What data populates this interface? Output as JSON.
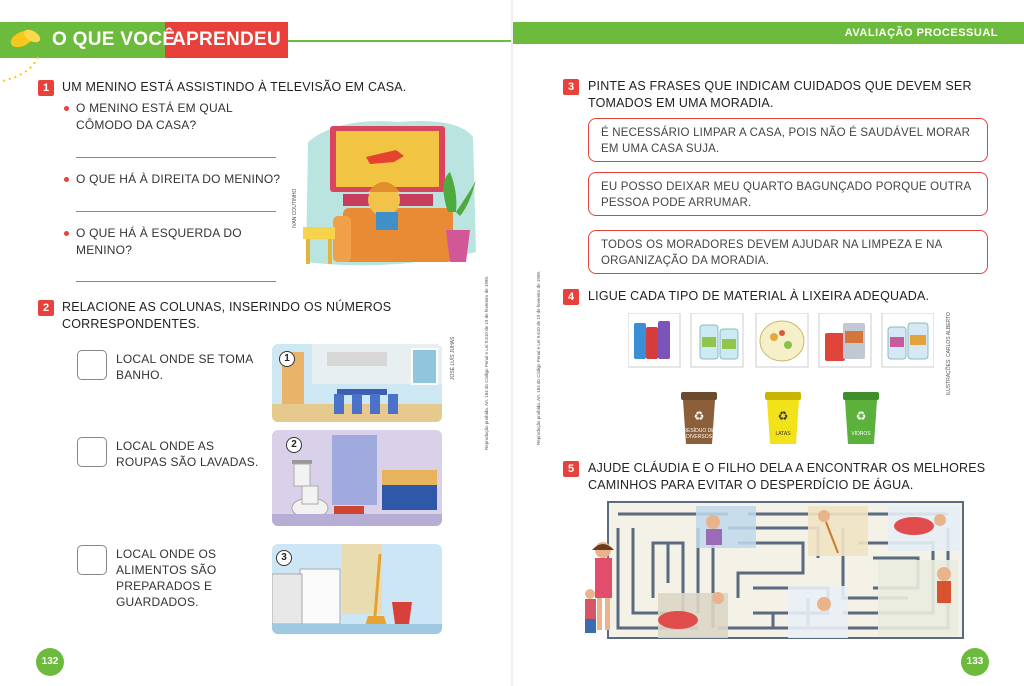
{
  "header": {
    "left_title_part1": "O QUE VOCÊ",
    "left_title_part2": "APRENDEU",
    "right_title": "AVALIAÇÃO PROCESSUAL"
  },
  "colors": {
    "green": "#6cbb3c",
    "red": "#e8403a"
  },
  "q1": {
    "number": "1",
    "text": "UM MENINO ESTÁ ASSISTINDO À TELEVISÃO EM CASA.",
    "sub1_line1": "O MENINO ESTÁ EM QUAL",
    "sub1_line2": "CÔMODO DA CASA?",
    "sub2": "O QUE HÁ À DIREITA DO MENINO?",
    "sub3_line1": "O QUE HÁ À ESQUERDA DO",
    "sub3_line2": "MENINO?",
    "credit": "IVAN COUTINHO"
  },
  "q2": {
    "number": "2",
    "text_line1": "RELACIONE AS COLUNAS, INSERINDO OS NÚMEROS",
    "text_line2": "CORRESPONDENTES.",
    "item1_line1": "LOCAL ONDE SE TOMA",
    "item1_line2": "BANHO.",
    "item2_line1": "LOCAL ONDE AS",
    "item2_line2": "ROUPAS SÃO LAVADAS.",
    "item3_line1": "LOCAL ONDE OS",
    "item3_line2": "ALIMENTOS SÃO",
    "item3_line3": "PREPARADOS E",
    "item3_line4": "GUARDADOS.",
    "img1_num": "1",
    "img2_num": "2",
    "img3_num": "3",
    "credit": "JOSÉ LUÍS JUHAS"
  },
  "legal_left": "Reprodução proibida. Art. 184 do Código Penal e Lei 9.610 de 19 de fevereiro de 1998.",
  "legal_right": "Reprodução proibida. Art. 184 do Código Penal e Lei 9.610 de 19 de fevereiro de 1998.",
  "q3": {
    "number": "3",
    "text_line1": "PINTE AS FRASES QUE INDICAM CUIDADOS QUE DEVEM SER",
    "text_line2": "TOMADOS EM UMA MORADIA.",
    "phrase1_line1": "É NECESSÁRIO LIMPAR A CASA, POIS NÃO É SAUDÁVEL MORAR",
    "phrase1_line2": "EM UMA CASA SUJA.",
    "phrase2_line1": "EU POSSO DEIXAR MEU QUARTO BAGUNÇADO PORQUE OUTRA",
    "phrase2_line2": "PESSOA PODE ARRUMAR.",
    "phrase3_line1": "TODOS OS MORADORES DEVEM AJUDAR NA LIMPEZA E NA",
    "phrase3_line2": "ORGANIZAÇÃO DA MORADIA."
  },
  "q4": {
    "number": "4",
    "text": "LIGUE CADA TIPO DE MATERIAL À LIXEIRA ADEQUADA.",
    "bin1_label_line1": "RESÍDUO DE",
    "bin1_label_line2": "DIVERSOS",
    "bin2_label": "LATAS",
    "bin3_label": "VIDROS",
    "credit": "ILUSTRAÇÕES: CARLOS ALBERTO"
  },
  "q5": {
    "number": "5",
    "text_line1": "AJUDE CLÁUDIA E O FILHO DELA A ENCONTRAR OS MELHORES",
    "text_line2": "CAMINHOS PARA EVITAR O DESPERDÍCIO DE ÁGUA."
  },
  "pages": {
    "left": "132",
    "right": "133"
  }
}
